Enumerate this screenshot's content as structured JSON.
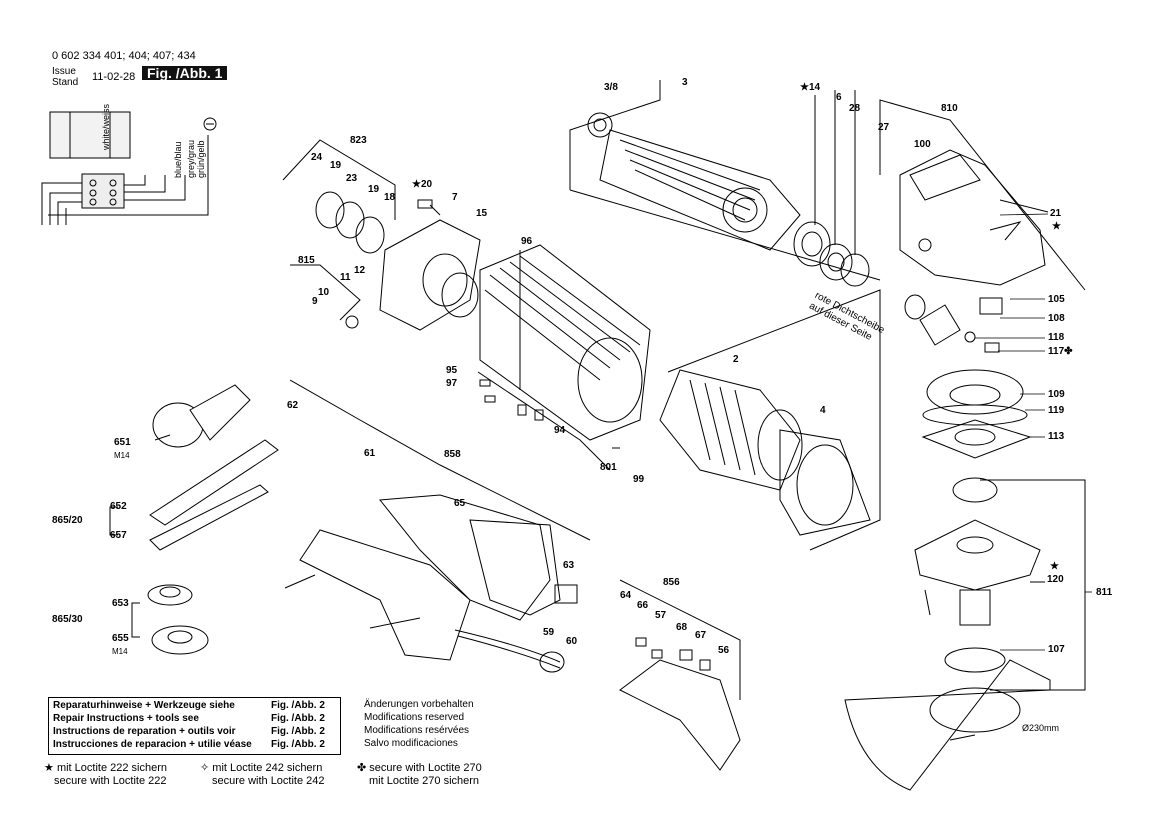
{
  "header": {
    "part_numbers": "0 602 334 401; 404; 407; 434",
    "issue_label": "Issue\nStand",
    "issue_date": "11-02-28",
    "figure": "Fig. /Abb. 1"
  },
  "wiring": {
    "wire_labels": [
      "white/weiss",
      "blue/blau",
      "grey/grau",
      "grün/gelb"
    ]
  },
  "part_labels": [
    {
      "id": "p3_8",
      "text": "3/8"
    },
    {
      "id": "p3",
      "text": "3"
    },
    {
      "id": "p14",
      "text": "★14"
    },
    {
      "id": "p6",
      "text": "6"
    },
    {
      "id": "p28",
      "text": "28"
    },
    {
      "id": "p27",
      "text": "27"
    },
    {
      "id": "p810",
      "text": "810"
    },
    {
      "id": "p100",
      "text": "100"
    },
    {
      "id": "p21",
      "text": "21"
    },
    {
      "id": "p21s",
      "text": "★"
    },
    {
      "id": "p105",
      "text": "105"
    },
    {
      "id": "p108",
      "text": "108"
    },
    {
      "id": "p118",
      "text": "118"
    },
    {
      "id": "p117",
      "text": "117✤"
    },
    {
      "id": "p109",
      "text": "109"
    },
    {
      "id": "p119",
      "text": "119"
    },
    {
      "id": "p113",
      "text": "113"
    },
    {
      "id": "p823",
      "text": "823"
    },
    {
      "id": "p24",
      "text": "24"
    },
    {
      "id": "p19a",
      "text": "19"
    },
    {
      "id": "p23",
      "text": "23"
    },
    {
      "id": "p19b",
      "text": "19"
    },
    {
      "id": "p18",
      "text": "18"
    },
    {
      "id": "p20",
      "text": "★20"
    },
    {
      "id": "p7",
      "text": "7"
    },
    {
      "id": "p15",
      "text": "15"
    },
    {
      "id": "p96",
      "text": "96"
    },
    {
      "id": "p815",
      "text": "815"
    },
    {
      "id": "p11",
      "text": "11"
    },
    {
      "id": "p12",
      "text": "12"
    },
    {
      "id": "p10",
      "text": "10"
    },
    {
      "id": "p9",
      "text": "9"
    },
    {
      "id": "p95",
      "text": "95"
    },
    {
      "id": "p97",
      "text": "97"
    },
    {
      "id": "p2",
      "text": "2"
    },
    {
      "id": "p4",
      "text": "4"
    },
    {
      "id": "p94",
      "text": "94"
    },
    {
      "id": "p801",
      "text": "801"
    },
    {
      "id": "p99",
      "text": "99"
    },
    {
      "id": "p62",
      "text": "62"
    },
    {
      "id": "p61",
      "text": "61"
    },
    {
      "id": "p858",
      "text": "858"
    },
    {
      "id": "p65",
      "text": "65"
    },
    {
      "id": "p63",
      "text": "63"
    },
    {
      "id": "p856",
      "text": "856"
    },
    {
      "id": "p64",
      "text": "64"
    },
    {
      "id": "p66",
      "text": "66"
    },
    {
      "id": "p57",
      "text": "57"
    },
    {
      "id": "p68",
      "text": "68"
    },
    {
      "id": "p67",
      "text": "67"
    },
    {
      "id": "p56",
      "text": "56"
    },
    {
      "id": "p59",
      "text": "59"
    },
    {
      "id": "p60",
      "text": "60"
    },
    {
      "id": "p651",
      "text": "651"
    },
    {
      "id": "p651m",
      "text": "M14"
    },
    {
      "id": "p652",
      "text": "652"
    },
    {
      "id": "p865_20",
      "text": "865/20"
    },
    {
      "id": "p657",
      "text": "657"
    },
    {
      "id": "p653",
      "text": "653"
    },
    {
      "id": "p865_30",
      "text": "865/30"
    },
    {
      "id": "p655",
      "text": "655"
    },
    {
      "id": "p655m",
      "text": "M14"
    },
    {
      "id": "p120",
      "text": "120"
    },
    {
      "id": "p120s",
      "text": "★"
    },
    {
      "id": "p811",
      "text": "811"
    },
    {
      "id": "p107",
      "text": "107"
    },
    {
      "id": "pdia",
      "text": "Ø230mm"
    }
  ],
  "rote_note": [
    "rote Dichtscheibe",
    "auf dieser Seite"
  ],
  "repair_notes": [
    {
      "text": "Reparaturhinweise + Werkzeuge siehe",
      "ref": "Fig. /Abb. 2"
    },
    {
      "text": "Repair Instructions + tools see",
      "ref": "Fig. /Abb. 2"
    },
    {
      "text": "Instructions de reparation + outils voir",
      "ref": "Fig. /Abb. 2"
    },
    {
      "text": "Instrucciones de reparacion + utilie véase",
      "ref": "Fig. /Abb. 2"
    }
  ],
  "modifications": [
    "Änderungen vorbehalten",
    "Modifications reserved",
    "Modifications resérvées",
    "Salvo modificaciones"
  ],
  "legend": [
    {
      "symbol": "★",
      "lines": [
        "mit Loctite 222 sichern",
        "secure with Loctite 222"
      ]
    },
    {
      "symbol": "✧",
      "lines": [
        "mit Loctite 242 sichern",
        "secure with Loctite 242"
      ]
    },
    {
      "symbol": "✤",
      "lines": [
        "secure with Loctite 270",
        "mit Loctite 270 sichern"
      ]
    }
  ]
}
